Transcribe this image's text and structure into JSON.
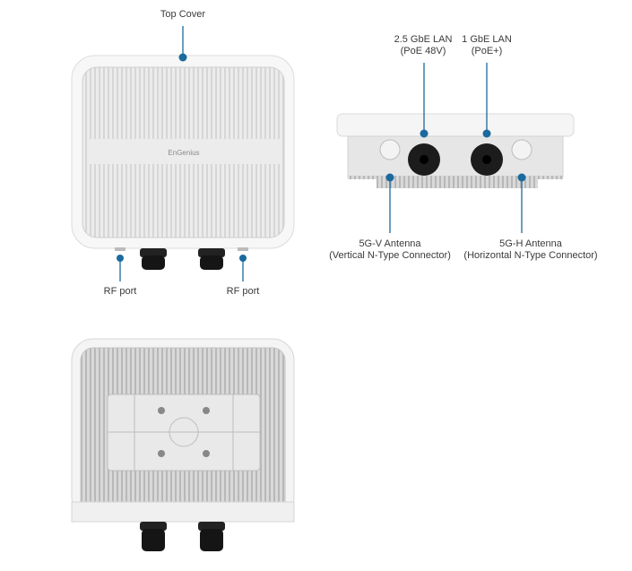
{
  "front_view": {
    "top_cover_label": "Top Cover",
    "brand_logo": "EnGenius",
    "rf_port_left_label": "RF port",
    "rf_port_right_label": "RF port"
  },
  "side_view": {
    "lan_25_label": "2.5 GbE LAN",
    "lan_25_sub": "(PoE 48V)",
    "lan_1_label": "1 GbE LAN",
    "lan_1_sub": "(PoE+)",
    "ant_v_label": "5G-V Antenna",
    "ant_v_sub": "(Vertical N-Type Connector)",
    "ant_h_label": "5G-H Antenna",
    "ant_h_sub": "(Horizontal N-Type Connector)"
  },
  "colors": {
    "callout": "#1b6a9e",
    "text": "#3a3a3a"
  }
}
